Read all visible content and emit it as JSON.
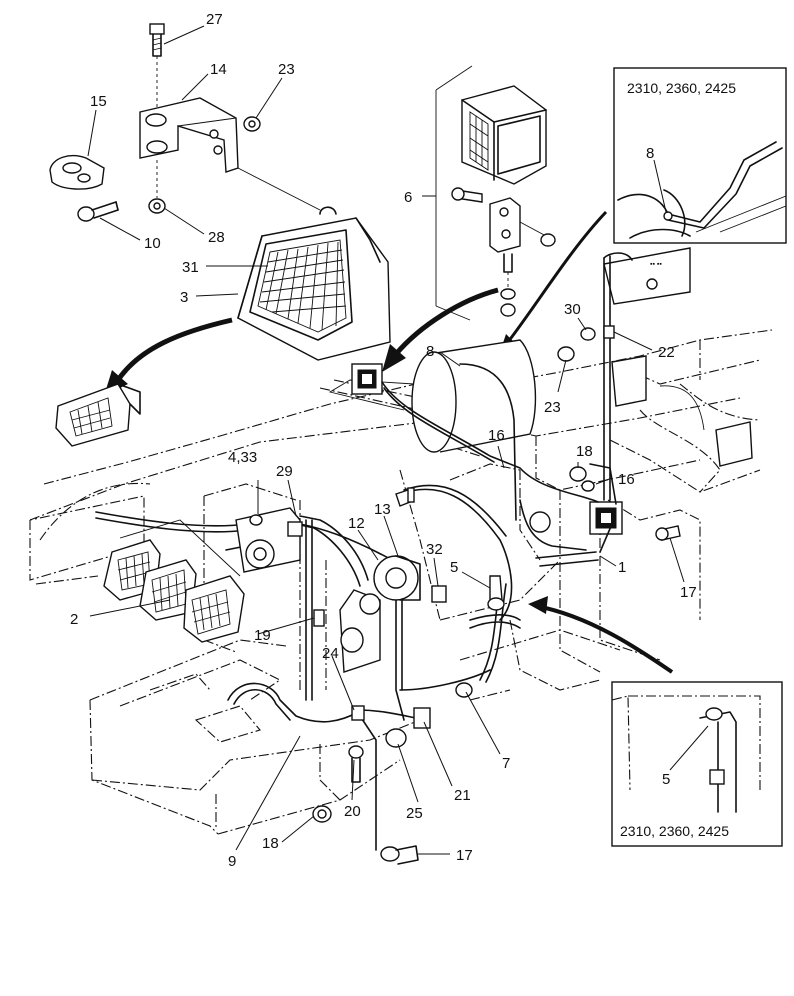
{
  "callouts": [
    "27",
    "14",
    "23",
    "15",
    "10",
    "28",
    "6",
    "31",
    "3",
    "8",
    "30",
    "22",
    "23",
    "16",
    "18",
    "16",
    "4,33",
    "29",
    "12",
    "13",
    "32",
    "5",
    "1",
    "17",
    "2",
    "19",
    "24",
    "7",
    "21",
    "25",
    "20",
    "18",
    "9",
    "17"
  ],
  "inset_top": {
    "title": "2310, 2360, 2425",
    "callout": "8"
  },
  "inset_bottom": {
    "caption": "2310, 2360, 2425",
    "callout": "5"
  }
}
